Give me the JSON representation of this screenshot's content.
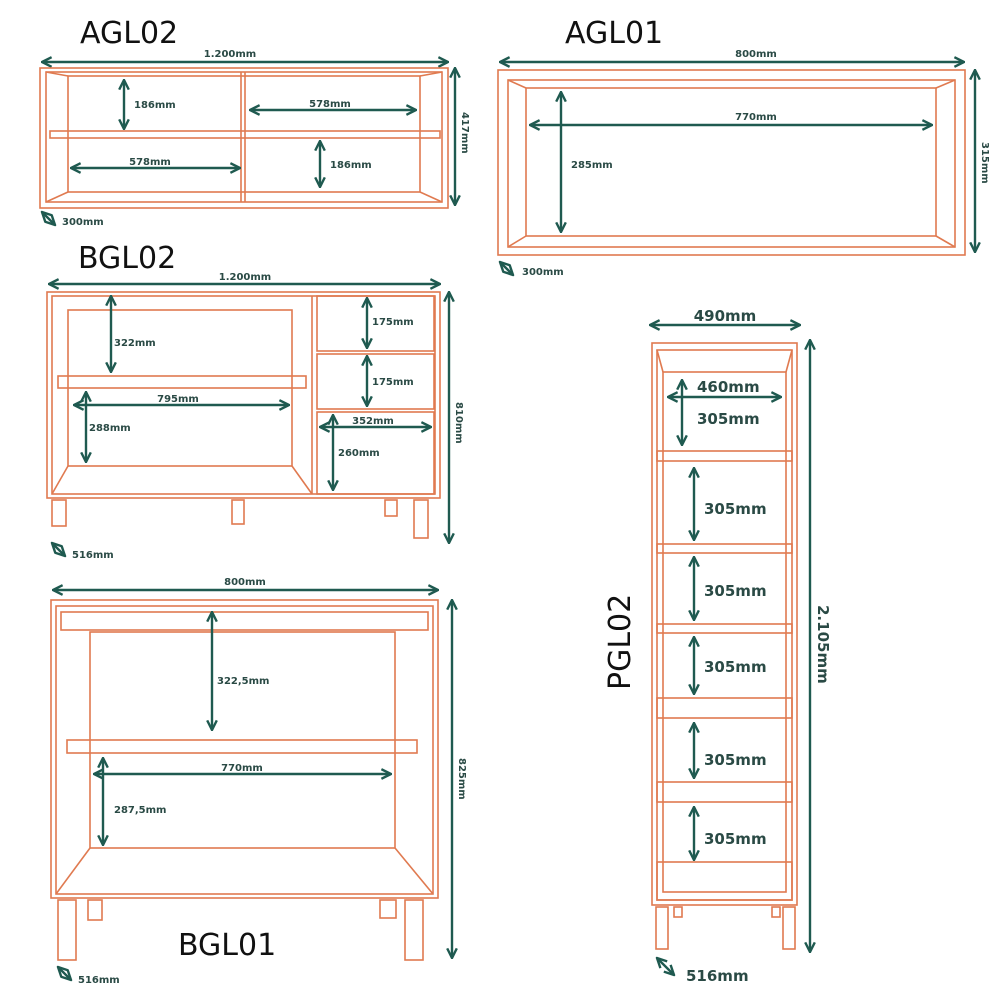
{
  "colors": {
    "outline": "#e07a50",
    "dimension": "#1f5a50"
  },
  "agl02": {
    "title": "AGL02",
    "width": "1.200mm",
    "height": "417mm",
    "depth": "300mm",
    "top_left_h": "186mm",
    "top_right_w": "578mm",
    "bottom_left_w": "578mm",
    "bottom_right_h": "186mm"
  },
  "agl01": {
    "title": "AGL01",
    "width": "800mm",
    "inner_w": "770mm",
    "inner_h": "285mm",
    "height": "315mm",
    "depth": "300mm"
  },
  "bgl02": {
    "title": "BGL02",
    "width": "1.200mm",
    "top_h": "322mm",
    "shelf_w": "795mm",
    "lower_h": "288mm",
    "drawer1": "175mm",
    "drawer2": "175mm",
    "drawer3_w": "352mm",
    "drawer3_h": "260mm",
    "height": "810mm",
    "depth": "516mm"
  },
  "bgl01": {
    "title": "BGL01",
    "width": "800mm",
    "top_h": "322,5mm",
    "shelf_w": "770mm",
    "lower_h": "287,5mm",
    "height": "825mm",
    "depth": "516mm"
  },
  "pgl02": {
    "title": "PGL02",
    "width": "490mm",
    "inner_w": "460mm",
    "shelves": [
      "305mm",
      "305mm",
      "305mm",
      "305mm",
      "305mm",
      "305mm"
    ],
    "height": "2.105mm",
    "depth": "516mm"
  }
}
